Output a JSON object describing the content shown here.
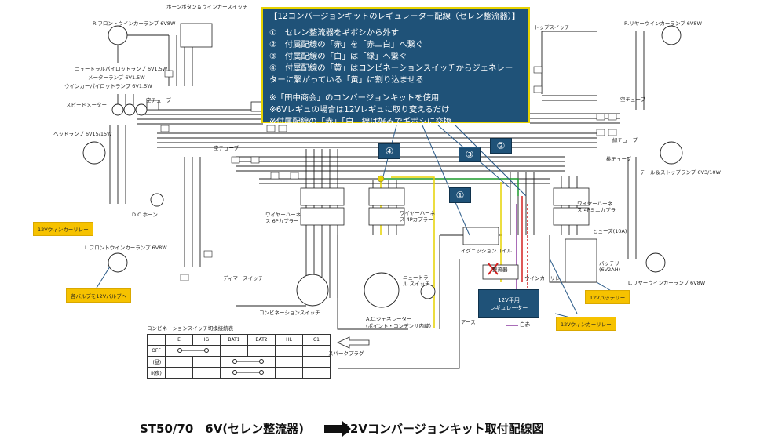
{
  "infobox": {
    "title": "【12コンバージョンキットのレギュレーター配線（セレン整流器）】",
    "steps": [
      "①　セレン整流器をギボシから外す",
      "②　付属配線の「赤」を「赤ニ白」へ繋ぐ",
      "③　付属配線の「白」は「緑」へ繋ぐ",
      "④　付属配線の「黄」はコンビネーションスイッチからジェネレー",
      "ターに繋がっている「黄」に割り込ませる"
    ],
    "notes": [
      "※「田中商会」のコンバージョンキットを使用",
      "※6Vレギュの場合は12Vレギュに取り変えるだけ",
      "※付属配線の「赤」「白」線は好みでギボシに交換"
    ]
  },
  "badges": {
    "b1": "①",
    "b2": "②",
    "b3": "③",
    "b4": "④"
  },
  "regulator": {
    "line1": "12V平用",
    "line2": "レギュレーター"
  },
  "notes": {
    "winker_relay_left": "12Vウィンカーリレー",
    "bulb_note": "各バルブを12Vバルブへ",
    "battery_note": "12Vバッテリー",
    "winker_relay_right": "12Vウィンカーリレー"
  },
  "labels": {
    "horn_button": "ホーンボタン＆ウインカースイッチ",
    "front_right_winker": "R.フロントウインカーランプ 6V8W",
    "rear_right_winker": "R.リヤーウインカーランプ 6V8W",
    "neutral_pilot": "ニュートラルパイロットランプ 6V1.5W",
    "meter_lamp": "メーターランプ 6V1.5W",
    "winker_pilot": "ウインカーパイロットランプ 6V1.5W",
    "speedometer": "スピードメーター",
    "headlamp": "ヘッドランプ 6V15/15W",
    "d_horn": "D.C.ホーン",
    "front_left_winker": "L.フロントウインカーランプ 6V8W",
    "dimmer_switch": "ディマースイッチ",
    "combination_switch": "コンビネーションスイッチ",
    "wire_harness_6p": "ワイヤーハーネス 6Pカプラー",
    "wire_harness_4p": "ワイヤーハーネス 4Pカプラー",
    "ac_generator": "A.C.ジェネレーター",
    "ac_generator_sub": "（ポイント・コンデンサ内蔵）",
    "neutral_switch": "ニュートラル スイッチ",
    "ignition_coil": "イグニッションコイル",
    "selen": "整流器",
    "spark_plug": "スパークプラグ",
    "earth": "アース",
    "white_red": "白赤",
    "tail_stop": "テール＆ストップランプ 6V3/10W",
    "wire_harness_4p_mini": "ワイヤーハーネス 4Pミニカプラー",
    "fuse": "ヒューズ(10A)",
    "battery": "バッテリー (6V2AH)",
    "winker_relay": "ウインカーリレー",
    "rear_left_winker": "L.リヤーウインカーランプ 6V8W",
    "stop_switch": "トップスイッチ",
    "sora_tube_1": "空チューブ",
    "sora_tube_2": "空チューブ",
    "sora_tube_3": "空チューブ",
    "midori_tube": "緑チューブ",
    "momo_tube": "桃チューブ"
  },
  "table": {
    "title": "コンビネーションスイッチ切換接続表",
    "headers": [
      "",
      "E",
      "IG",
      "BAT1",
      "BAT2",
      "HL",
      "C1"
    ],
    "rows": [
      "OFF",
      "Ⅰ(昼)",
      "Ⅱ(夜)"
    ]
  },
  "caption": {
    "left": "ST50/70　6V(セレン整流器)",
    "right": "12Vコンバージョンキット取付配線図"
  }
}
